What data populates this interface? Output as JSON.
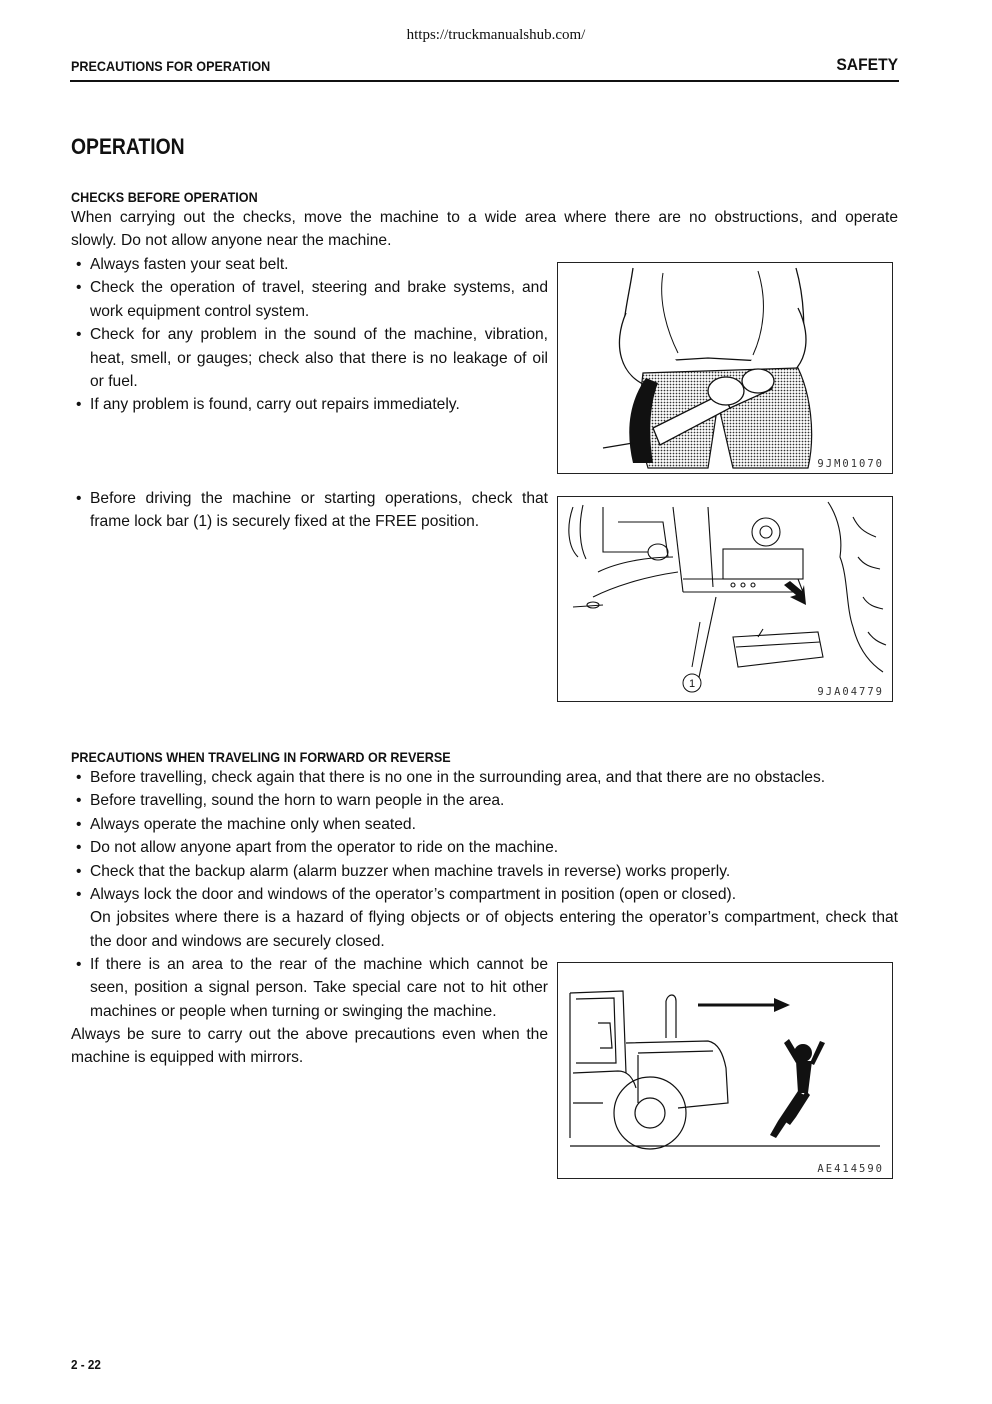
{
  "watermark_url": "https://truckmanualshub.com/",
  "header": {
    "left": "PRECAUTIONS FOR OPERATION",
    "right": "SAFETY"
  },
  "title": "OPERATION",
  "checks": {
    "heading": "CHECKS BEFORE OPERATION",
    "intro_line1": "When carrying out the checks, move the machine to a wide area where there are no obstructions, and operate",
    "intro_line2": "slowly. Do not allow anyone near the machine.",
    "bullets": [
      [
        "Always fasten your seat belt."
      ],
      [
        "Check the operation of travel, steering and brake systems, and",
        "work equipment control system."
      ],
      [
        "Check for any problem in the sound of the machine, vibration,",
        "heat, smell, or gauges; check also that there is no leakage of oil",
        "or fuel."
      ],
      [
        "If any problem is found, carry out repairs immediately."
      ]
    ],
    "frame_bullet": [
      "Before driving the machine or starting operations, check that",
      "frame lock bar (1) is securely fixed at the FREE position."
    ]
  },
  "figures": {
    "seatbelt_code": "9JM01070",
    "framelock_code": "9JA04779",
    "framelock_callout": "1",
    "travel_code": "AE414590"
  },
  "travel": {
    "heading": "PRECAUTIONS WHEN TRAVELING IN FORWARD OR REVERSE",
    "bullets_full": [
      "Before travelling, check again that there is no one in the surrounding area, and that there are no obstacles.",
      "Before travelling, sound the horn to warn people in the area.",
      "Always operate the machine only when seated.",
      "Do not allow anyone apart from the operator to ride on the machine.",
      "Check that the backup alarm (alarm buzzer when machine travels in reverse) works properly."
    ],
    "door_bullet": {
      "line1": "Always lock the door and windows of the operator’s compartment in position (open or closed).",
      "line2": "On jobsites where there is a hazard of flying objects or of objects entering the operator’s compartment, check that",
      "line3": "the door and windows are securely closed."
    },
    "rear_bullet": [
      "If there is an area to the rear of the machine which cannot be",
      "seen, position a signal person. Take special care not to hit other",
      "machines or people when turning or swinging the machine."
    ],
    "closing": [
      "Always be sure to carry out the above precautions even when the",
      "machine is equipped with mirrors."
    ]
  },
  "page_number": "2 - 22"
}
